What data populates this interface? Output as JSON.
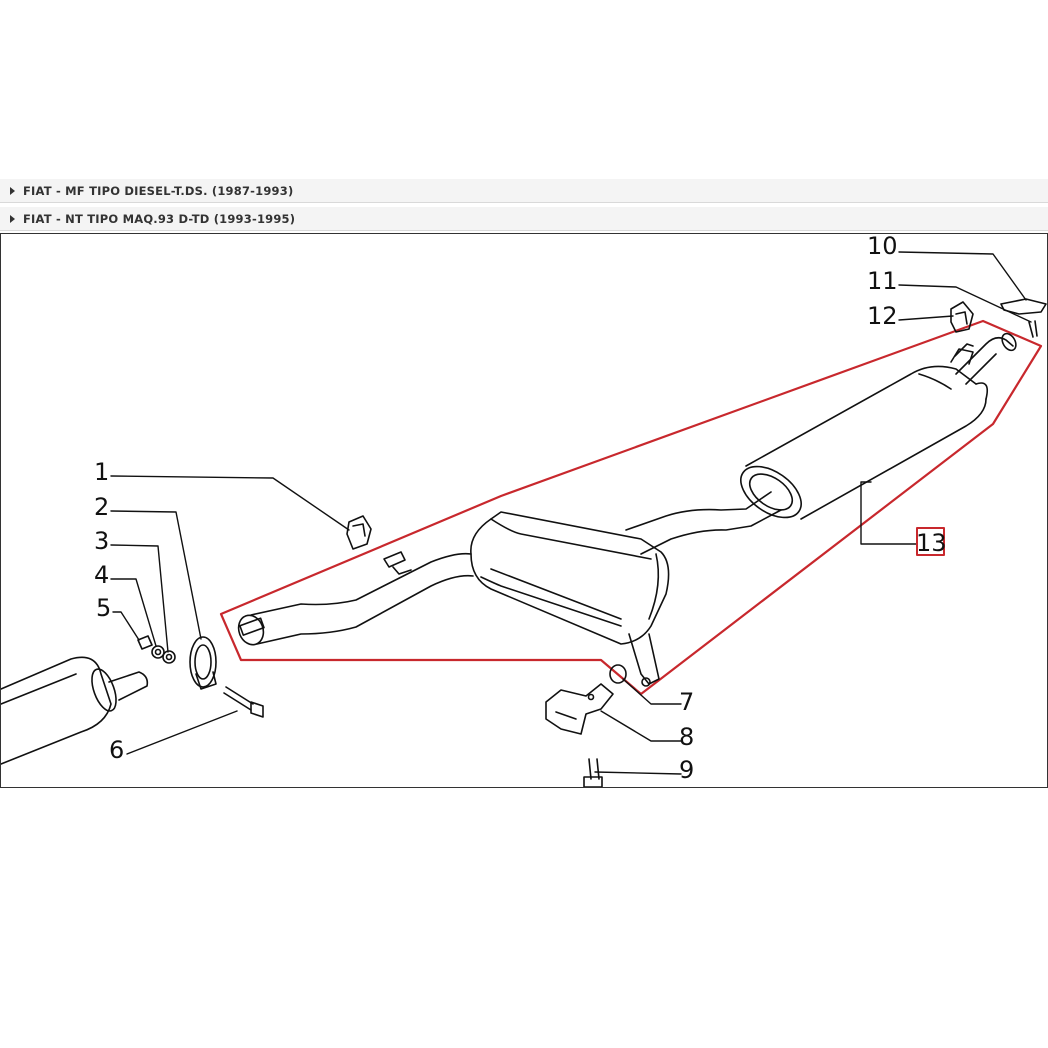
{
  "breadcrumbs": [
    {
      "label": "FIAT - MF TIPO DIESEL-T.DS. (1987-1993)"
    },
    {
      "label": "FIAT - NT TIPO MAQ.93 D-TD (1993-1995)"
    }
  ],
  "diagram": {
    "callouts": [
      "1",
      "2",
      "3",
      "4",
      "5",
      "6",
      "7",
      "8",
      "9",
      "10",
      "11",
      "12",
      "13"
    ],
    "highlighted_callout": "13",
    "highlight_color": "#c8282d"
  }
}
